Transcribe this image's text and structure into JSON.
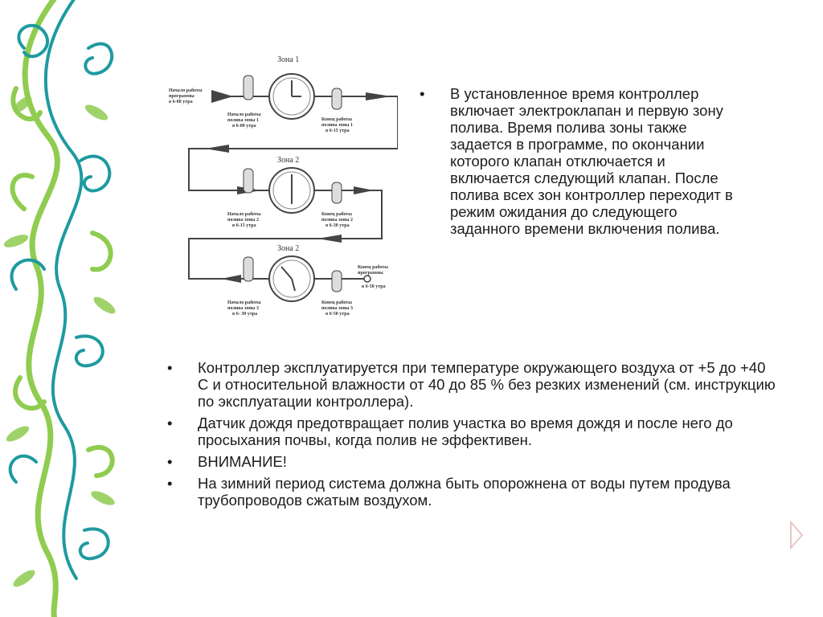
{
  "colors": {
    "ornament_dark": "#1e9aa0",
    "ornament_light": "#8fcc50",
    "text": "#1c1c1c",
    "diagram": "#444444"
  },
  "diagram": {
    "zones": [
      {
        "title": "Зона 1",
        "start_left": [
          "Начало работы",
          "программы",
          "в 6-00 утра"
        ],
        "start_valve": [
          "Начало работы",
          "полива зоны 1",
          "в 6-00 утра"
        ],
        "end_valve": [
          "Конец работы",
          "полива зоны 1",
          "в 6-15 утра"
        ]
      },
      {
        "title": "Зона 2",
        "start_valve": [
          "Начало работы",
          "полива зоны 2",
          "в 6-15 утра"
        ],
        "end_valve": [
          "Конец работы",
          "полива зоны 2",
          "в 6-30 утра"
        ]
      },
      {
        "title": "Зона 2",
        "start_valve": [
          "Начало работы",
          "полива зоны 3",
          "в 6- 30 утра"
        ],
        "end_valve": [
          "Конец работы",
          "полива зоны 3",
          "в 6-50 утра"
        ],
        "end_right": [
          "Конец работы",
          "программы",
          "в 6-50 утра"
        ]
      }
    ]
  },
  "top_bullets": [
    {
      "marker": "•",
      "text": "В установленное время контроллер включает электроклапан и первую зону полива. Время полива зоны также задается в программе, по окончании которого клапан отключается и включается следующий клапан. После полива всех зон контроллер переходит в режим ожидания до следующего заданного времени включения полива."
    }
  ],
  "bottom_bullets": [
    {
      "marker": "•",
      "text": "Контроллер эксплуатируется при температуре окружающего воздуха от +5 до +40 С и относительной влажности от 40 до 85 % без резких изменений (см. инструкцию по эксплуатации контроллера)."
    },
    {
      "marker": "•",
      "text": "Датчик дождя предотвращает полив участка во время дождя и после него до просыхания почвы, когда полив не эффективен."
    },
    {
      "marker": "•",
      "text": "ВНИМАНИЕ!"
    },
    {
      "marker": "•",
      "text": "На зимний период система должна быть опорожнена от воды путем продува трубопроводов сжатым воздухом."
    }
  ],
  "nav": {
    "icon": "next-slide-arrow-icon"
  }
}
